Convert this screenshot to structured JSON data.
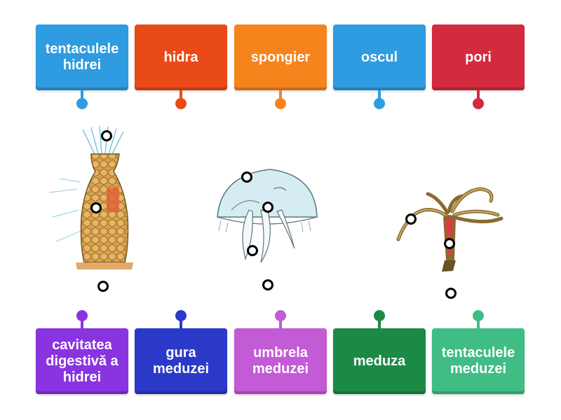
{
  "top_cards": [
    {
      "label": "tentaculele hidrei",
      "color": "#2f9be0"
    },
    {
      "label": "hidra",
      "color": "#ea4a17"
    },
    {
      "label": "spongier",
      "color": "#f5841c"
    },
    {
      "label": "oscul",
      "color": "#2f9be0"
    },
    {
      "label": "pori",
      "color": "#d42a3d"
    }
  ],
  "bottom_cards": [
    {
      "label": "cavitatea digestivă a hidrei",
      "color": "#8a33e0"
    },
    {
      "label": "gura meduzei",
      "color": "#2b39c9"
    },
    {
      "label": "umbrela meduzei",
      "color": "#c35ad6"
    },
    {
      "label": "meduza",
      "color": "#1c8a47"
    },
    {
      "label": "tentaculele meduzei",
      "color": "#3fbd85"
    }
  ],
  "images": [
    {
      "subject": "sponge-illustration"
    },
    {
      "subject": "jellyfish-illustration"
    },
    {
      "subject": "hydra-illustration"
    }
  ]
}
